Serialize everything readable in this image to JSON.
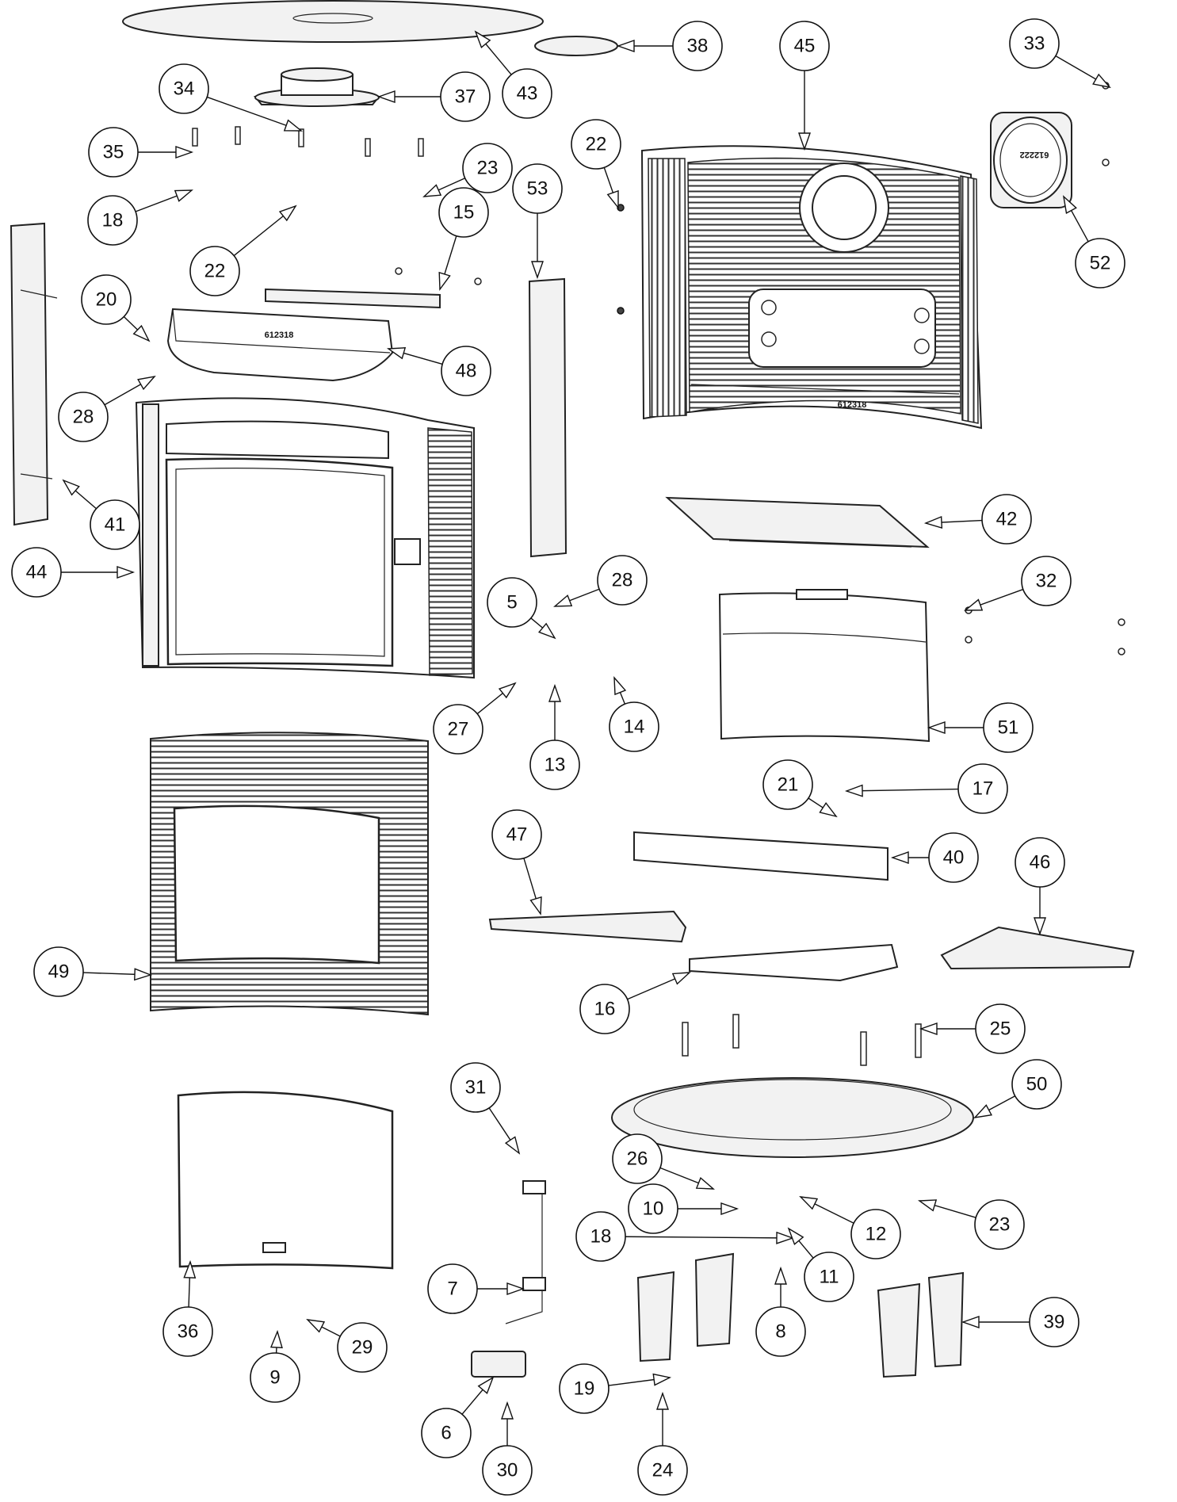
{
  "diagram": {
    "stamps": {
      "top_plate_48": "612318",
      "back_panel_45": "612318",
      "flue_ring_52": "612222"
    },
    "callouts": [
      {
        "label": "43"
      },
      {
        "label": "38"
      },
      {
        "label": "45"
      },
      {
        "label": "33"
      },
      {
        "label": "34"
      },
      {
        "label": "37"
      },
      {
        "label": "35"
      },
      {
        "label": "22"
      },
      {
        "label": "23"
      },
      {
        "label": "18"
      },
      {
        "label": "22"
      },
      {
        "label": "53"
      },
      {
        "label": "15"
      },
      {
        "label": "52"
      },
      {
        "label": "20"
      },
      {
        "label": "48"
      },
      {
        "label": "28"
      },
      {
        "label": "41"
      },
      {
        "label": "42"
      },
      {
        "label": "44"
      },
      {
        "label": "28"
      },
      {
        "label": "5"
      },
      {
        "label": "32"
      },
      {
        "label": "27"
      },
      {
        "label": "14"
      },
      {
        "label": "13"
      },
      {
        "label": "51"
      },
      {
        "label": "21"
      },
      {
        "label": "17"
      },
      {
        "label": "47"
      },
      {
        "label": "40"
      },
      {
        "label": "46"
      },
      {
        "label": "49"
      },
      {
        "label": "16"
      },
      {
        "label": "25"
      },
      {
        "label": "31"
      },
      {
        "label": "50"
      },
      {
        "label": "26"
      },
      {
        "label": "10"
      },
      {
        "label": "12"
      },
      {
        "label": "23"
      },
      {
        "label": "18"
      },
      {
        "label": "11"
      },
      {
        "label": "7"
      },
      {
        "label": "39"
      },
      {
        "label": "36"
      },
      {
        "label": "29"
      },
      {
        "label": "8"
      },
      {
        "label": "9"
      },
      {
        "label": "19"
      },
      {
        "label": "6"
      },
      {
        "label": "24"
      },
      {
        "label": "30"
      }
    ]
  }
}
